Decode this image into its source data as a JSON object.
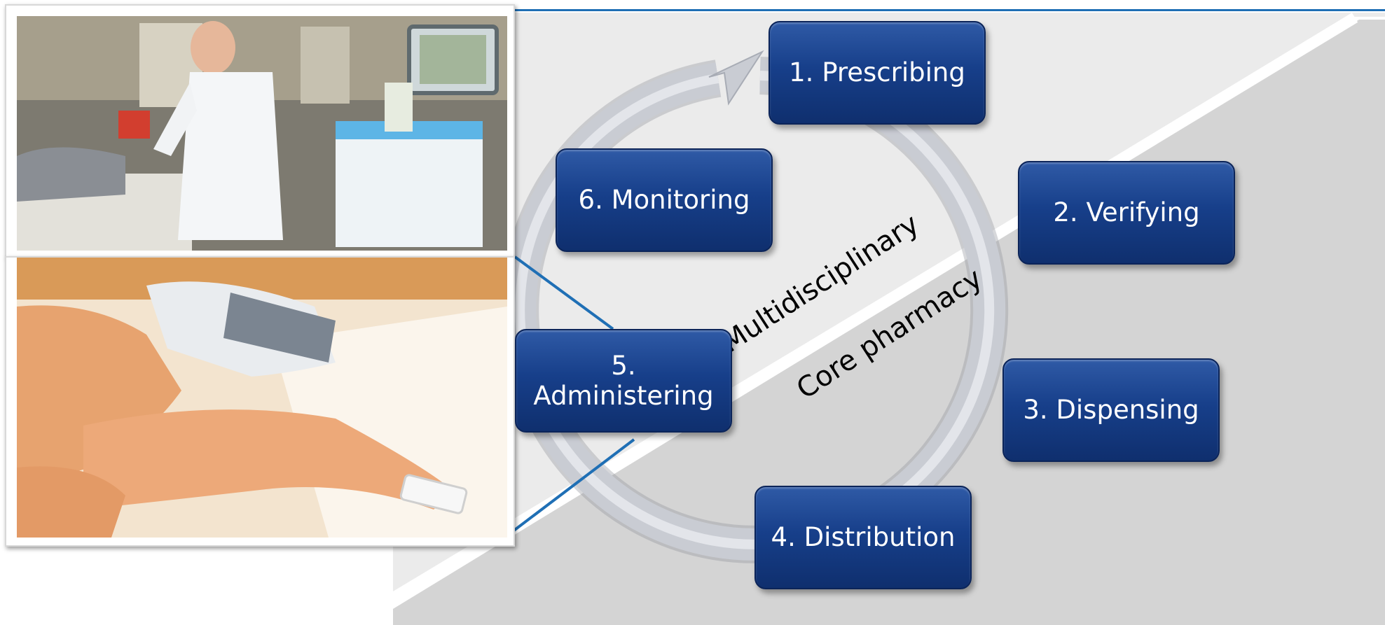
{
  "diagram": {
    "steps": [
      {
        "id": "prescribing",
        "label": "1. Prescribing"
      },
      {
        "id": "verifying",
        "label": "2. Verifying"
      },
      {
        "id": "dispensing",
        "label": "3. Dispensing"
      },
      {
        "id": "distribution",
        "label": "4. Distribution"
      },
      {
        "id": "administering",
        "label": "5.\nAdministering"
      },
      {
        "id": "monitoring",
        "label": "6. Monitoring"
      }
    ],
    "zones": {
      "upper": "Multidisciplinary",
      "lower": "Core pharmacy"
    }
  },
  "colors": {
    "box_fill": "#173f8a",
    "box_border": "#0b2459",
    "cycle_arrow": "#c9ccd3",
    "upper_zone": "#ebebeb",
    "lower_zone": "#d4d4d4",
    "rule_line": "#1f6fb5"
  },
  "photos": [
    {
      "id": "photo-bedside-nurse",
      "subject": "nurse at patient bedside"
    },
    {
      "id": "photo-barcode-scan",
      "subject": "barcode scanner on patient wristband"
    }
  ]
}
